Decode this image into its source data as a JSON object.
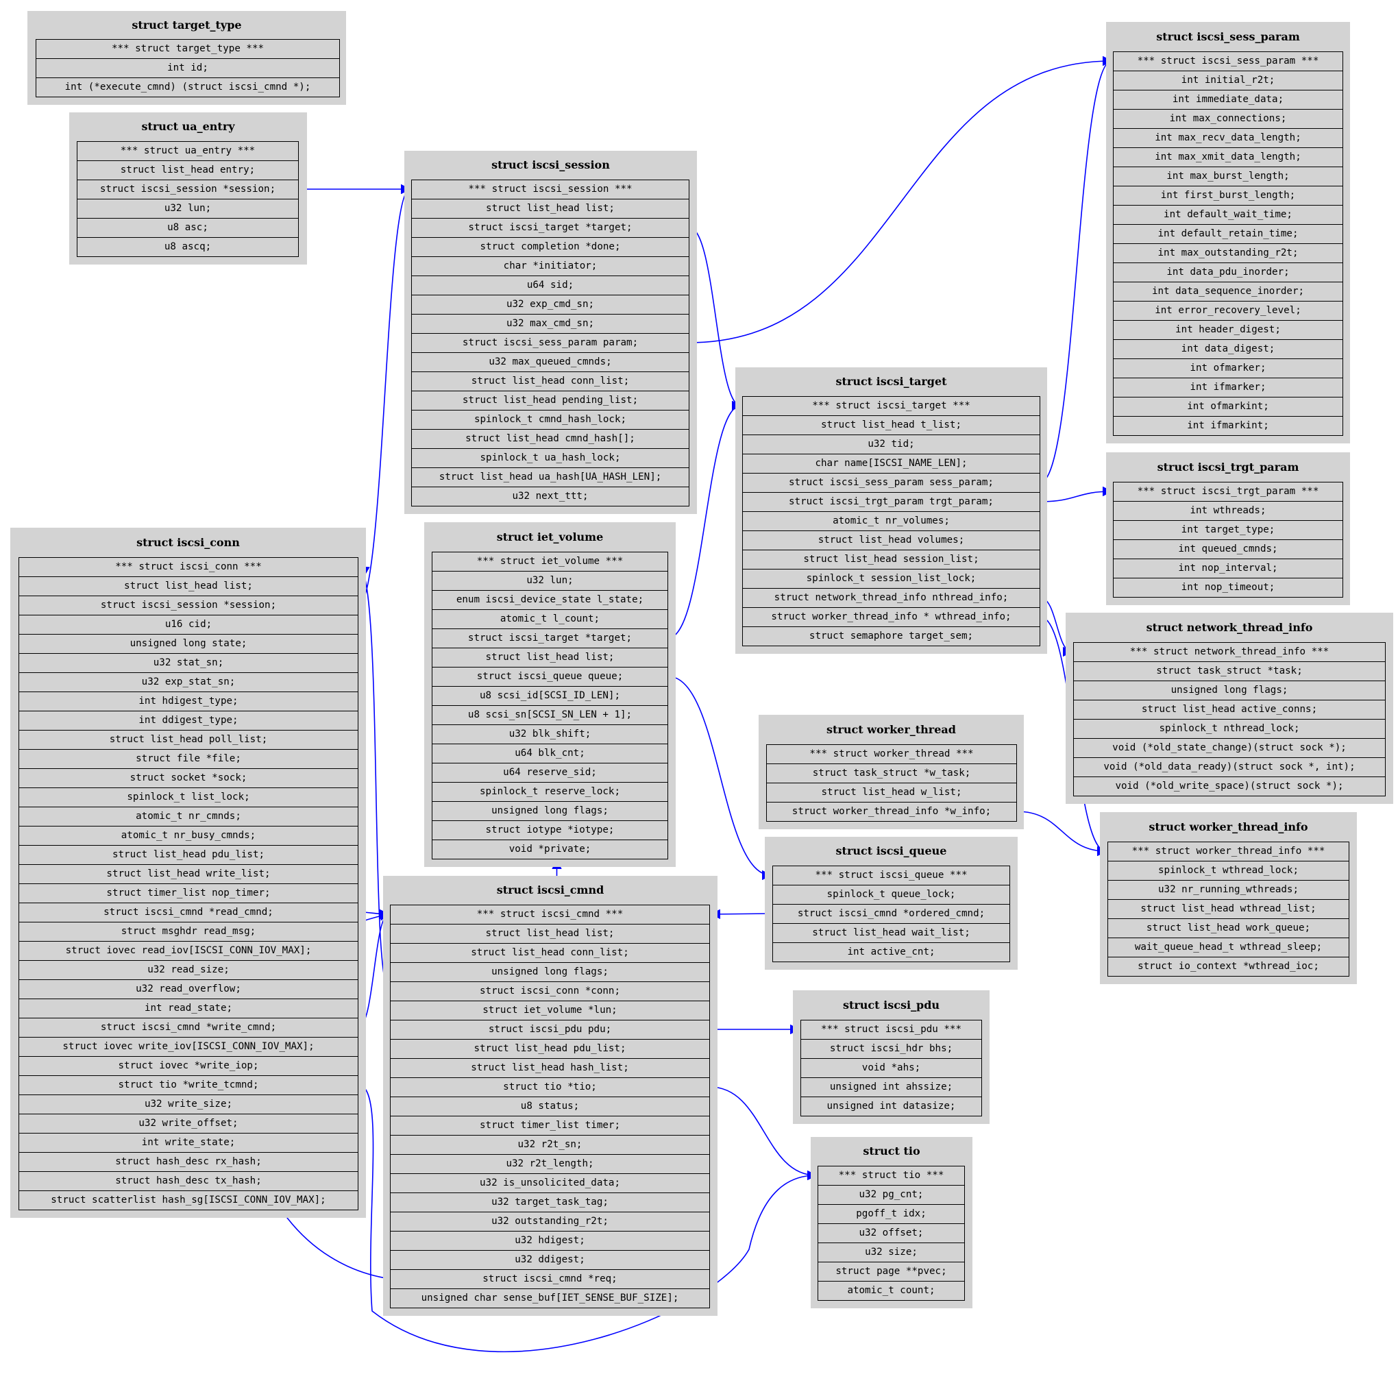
{
  "diagram": {
    "edge_color": "#0000ff",
    "structs": [
      {
        "id": "target_type",
        "title": "struct target_type",
        "fields": [
          "*** struct target_type ***",
          "int id;",
          "int (*execute_cmnd) (struct iscsi_cmnd *);"
        ]
      },
      {
        "id": "ua_entry",
        "title": "struct ua_entry",
        "fields": [
          "*** struct ua_entry ***",
          "struct list_head entry;",
          "struct iscsi_session *session;",
          "u32 lun;",
          "u8 asc;",
          "u8 ascq;"
        ]
      },
      {
        "id": "iscsi_session",
        "title": "struct iscsi_session",
        "fields": [
          "*** struct iscsi_session ***",
          "struct list_head list;",
          "struct iscsi_target *target;",
          "struct completion *done;",
          "char *initiator;",
          "u64 sid;",
          "u32 exp_cmd_sn;",
          "u32 max_cmd_sn;",
          "struct iscsi_sess_param param;",
          "u32 max_queued_cmnds;",
          "struct list_head conn_list;",
          "struct list_head pending_list;",
          "spinlock_t cmnd_hash_lock;",
          "struct list_head cmnd_hash[];",
          "spinlock_t ua_hash_lock;",
          "struct list_head ua_hash[UA_HASH_LEN];",
          "u32 next_ttt;"
        ]
      },
      {
        "id": "iscsi_sess_param",
        "title": "struct iscsi_sess_param",
        "fields": [
          "*** struct iscsi_sess_param ***",
          "int initial_r2t;",
          "int immediate_data;",
          "int max_connections;",
          "int max_recv_data_length;",
          "int max_xmit_data_length;",
          "int max_burst_length;",
          "int first_burst_length;",
          "int default_wait_time;",
          "int default_retain_time;",
          "int max_outstanding_r2t;",
          "int data_pdu_inorder;",
          "int data_sequence_inorder;",
          "int error_recovery_level;",
          "int header_digest;",
          "int data_digest;",
          "int ofmarker;",
          "int ifmarker;",
          "int ofmarkint;",
          "int ifmarkint;"
        ]
      },
      {
        "id": "iscsi_target",
        "title": "struct iscsi_target",
        "fields": [
          "*** struct iscsi_target ***",
          "struct list_head t_list;",
          "u32 tid;",
          "char name[ISCSI_NAME_LEN];",
          "struct iscsi_sess_param sess_param;",
          "struct iscsi_trgt_param trgt_param;",
          "atomic_t nr_volumes;",
          "struct list_head volumes;",
          "struct list_head session_list;",
          "spinlock_t session_list_lock;",
          "struct network_thread_info nthread_info;",
          "struct worker_thread_info * wthread_info;",
          "struct semaphore target_sem;"
        ]
      },
      {
        "id": "iscsi_trgt_param",
        "title": "struct iscsi_trgt_param",
        "fields": [
          "*** struct iscsi_trgt_param ***",
          "int wthreads;",
          "int target_type;",
          "int queued_cmnds;",
          "int nop_interval;",
          "int nop_timeout;"
        ]
      },
      {
        "id": "iscsi_conn",
        "title": "struct iscsi_conn",
        "fields": [
          "*** struct iscsi_conn ***",
          "struct list_head list;",
          "struct iscsi_session *session;",
          "u16 cid;",
          "unsigned long state;",
          "u32 stat_sn;",
          "u32 exp_stat_sn;",
          "int hdigest_type;",
          "int ddigest_type;",
          "struct list_head poll_list;",
          "struct file *file;",
          "struct socket *sock;",
          "spinlock_t list_lock;",
          "atomic_t nr_cmnds;",
          "atomic_t nr_busy_cmnds;",
          "struct list_head pdu_list;",
          "struct list_head write_list;",
          "struct timer_list nop_timer;",
          "struct iscsi_cmnd *read_cmnd;",
          "struct msghdr read_msg;",
          "struct iovec read_iov[ISCSI_CONN_IOV_MAX];",
          "u32 read_size;",
          "u32 read_overflow;",
          "int read_state;",
          "struct iscsi_cmnd *write_cmnd;",
          "struct iovec write_iov[ISCSI_CONN_IOV_MAX];",
          "struct iovec *write_iop;",
          "struct tio *write_tcmnd;",
          "u32 write_size;",
          "u32 write_offset;",
          "int write_state;",
          "struct hash_desc rx_hash;",
          "struct hash_desc tx_hash;",
          "struct scatterlist hash_sg[ISCSI_CONN_IOV_MAX];"
        ]
      },
      {
        "id": "iet_volume",
        "title": "struct iet_volume",
        "fields": [
          "*** struct iet_volume ***",
          "u32 lun;",
          "enum iscsi_device_state l_state;",
          "atomic_t l_count;",
          "struct iscsi_target *target;",
          "struct list_head list;",
          "struct iscsi_queue queue;",
          "u8 scsi_id[SCSI_ID_LEN];",
          "u8 scsi_sn[SCSI_SN_LEN + 1];",
          "u32 blk_shift;",
          "u64 blk_cnt;",
          "u64 reserve_sid;",
          "spinlock_t reserve_lock;",
          "unsigned long flags;",
          "struct iotype *iotype;",
          "void *private;"
        ]
      },
      {
        "id": "network_thread_info",
        "title": "struct network_thread_info",
        "fields": [
          "*** struct network_thread_info ***",
          "struct task_struct *task;",
          "unsigned long flags;",
          "struct list_head active_conns;",
          "spinlock_t nthread_lock;",
          "void (*old_state_change)(struct sock *);",
          "void (*old_data_ready)(struct sock *, int);",
          "void (*old_write_space)(struct sock *);"
        ]
      },
      {
        "id": "worker_thread",
        "title": "struct worker_thread",
        "fields": [
          "*** struct worker_thread ***",
          "struct task_struct *w_task;",
          "struct list_head w_list;",
          "struct worker_thread_info *w_info;"
        ]
      },
      {
        "id": "worker_thread_info",
        "title": "struct worker_thread_info",
        "fields": [
          "*** struct worker_thread_info ***",
          "spinlock_t wthread_lock;",
          "u32 nr_running_wthreads;",
          "struct list_head wthread_list;",
          "struct list_head work_queue;",
          "wait_queue_head_t wthread_sleep;",
          "struct io_context *wthread_ioc;"
        ]
      },
      {
        "id": "iscsi_queue",
        "title": "struct iscsi_queue",
        "fields": [
          "*** struct iscsi_queue ***",
          "spinlock_t queue_lock;",
          "struct iscsi_cmnd *ordered_cmnd;",
          "struct list_head wait_list;",
          "int active_cnt;"
        ]
      },
      {
        "id": "iscsi_cmnd",
        "title": "struct iscsi_cmnd",
        "fields": [
          "*** struct iscsi_cmnd ***",
          "struct list_head list;",
          "struct list_head conn_list;",
          "unsigned long flags;",
          "struct iscsi_conn *conn;",
          "struct iet_volume *lun;",
          "struct iscsi_pdu pdu;",
          "struct list_head pdu_list;",
          "struct list_head hash_list;",
          "struct tio *tio;",
          "u8 status;",
          "struct timer_list timer;",
          "u32 r2t_sn;",
          "u32 r2t_length;",
          "u32 is_unsolicited_data;",
          "u32 target_task_tag;",
          "u32 outstanding_r2t;",
          "u32 hdigest;",
          "u32 ddigest;",
          "struct iscsi_cmnd *req;",
          "unsigned char sense_buf[IET_SENSE_BUF_SIZE];"
        ]
      },
      {
        "id": "iscsi_pdu",
        "title": "struct iscsi_pdu",
        "fields": [
          "*** struct iscsi_pdu ***",
          "struct iscsi_hdr bhs;",
          "void *ahs;",
          "unsigned int ahssize;",
          "unsigned int datasize;"
        ]
      },
      {
        "id": "tio",
        "title": "struct tio",
        "fields": [
          "*** struct tio ***",
          "u32 pg_cnt;",
          "pgoff_t idx;",
          "u32 offset;",
          "u32 size;",
          "struct page **pvec;",
          "atomic_t count;"
        ]
      }
    ],
    "edges": [
      {
        "from": "ua_entry",
        "field": 2,
        "to": "iscsi_session"
      },
      {
        "from": "iscsi_session",
        "field": 2,
        "to": "iscsi_target"
      },
      {
        "from": "iscsi_session",
        "field": 8,
        "to": "iscsi_sess_param"
      },
      {
        "from": "iscsi_target",
        "field": 4,
        "to": "iscsi_sess_param"
      },
      {
        "from": "iscsi_target",
        "field": 5,
        "to": "iscsi_trgt_param"
      },
      {
        "from": "iscsi_target",
        "field": 10,
        "to": "network_thread_info"
      },
      {
        "from": "iscsi_target",
        "field": 11,
        "to": "worker_thread_info"
      },
      {
        "from": "iscsi_conn",
        "field": 2,
        "to": "iscsi_session"
      },
      {
        "from": "iscsi_conn",
        "field": 18,
        "to": "iscsi_cmnd"
      },
      {
        "from": "iscsi_conn",
        "field": 24,
        "to": "iscsi_cmnd"
      },
      {
        "from": "iscsi_conn",
        "field": 27,
        "to": "tio"
      },
      {
        "from": "iet_volume",
        "field": 4,
        "to": "iscsi_target"
      },
      {
        "from": "iet_volume",
        "field": 6,
        "to": "iscsi_queue"
      },
      {
        "from": "worker_thread",
        "field": 3,
        "to": "worker_thread_info"
      },
      {
        "from": "iscsi_queue",
        "field": 2,
        "to": "iscsi_cmnd"
      },
      {
        "from": "iscsi_cmnd",
        "field": 0,
        "to": "iet_volume"
      },
      {
        "from": "iscsi_cmnd",
        "field": 4,
        "to": "iscsi_conn"
      },
      {
        "from": "iscsi_cmnd",
        "field": 6,
        "to": "iscsi_pdu"
      },
      {
        "from": "iscsi_cmnd",
        "field": 9,
        "to": "tio"
      },
      {
        "from": "iscsi_cmnd",
        "field": 19,
        "to": "iscsi_cmnd"
      }
    ]
  }
}
